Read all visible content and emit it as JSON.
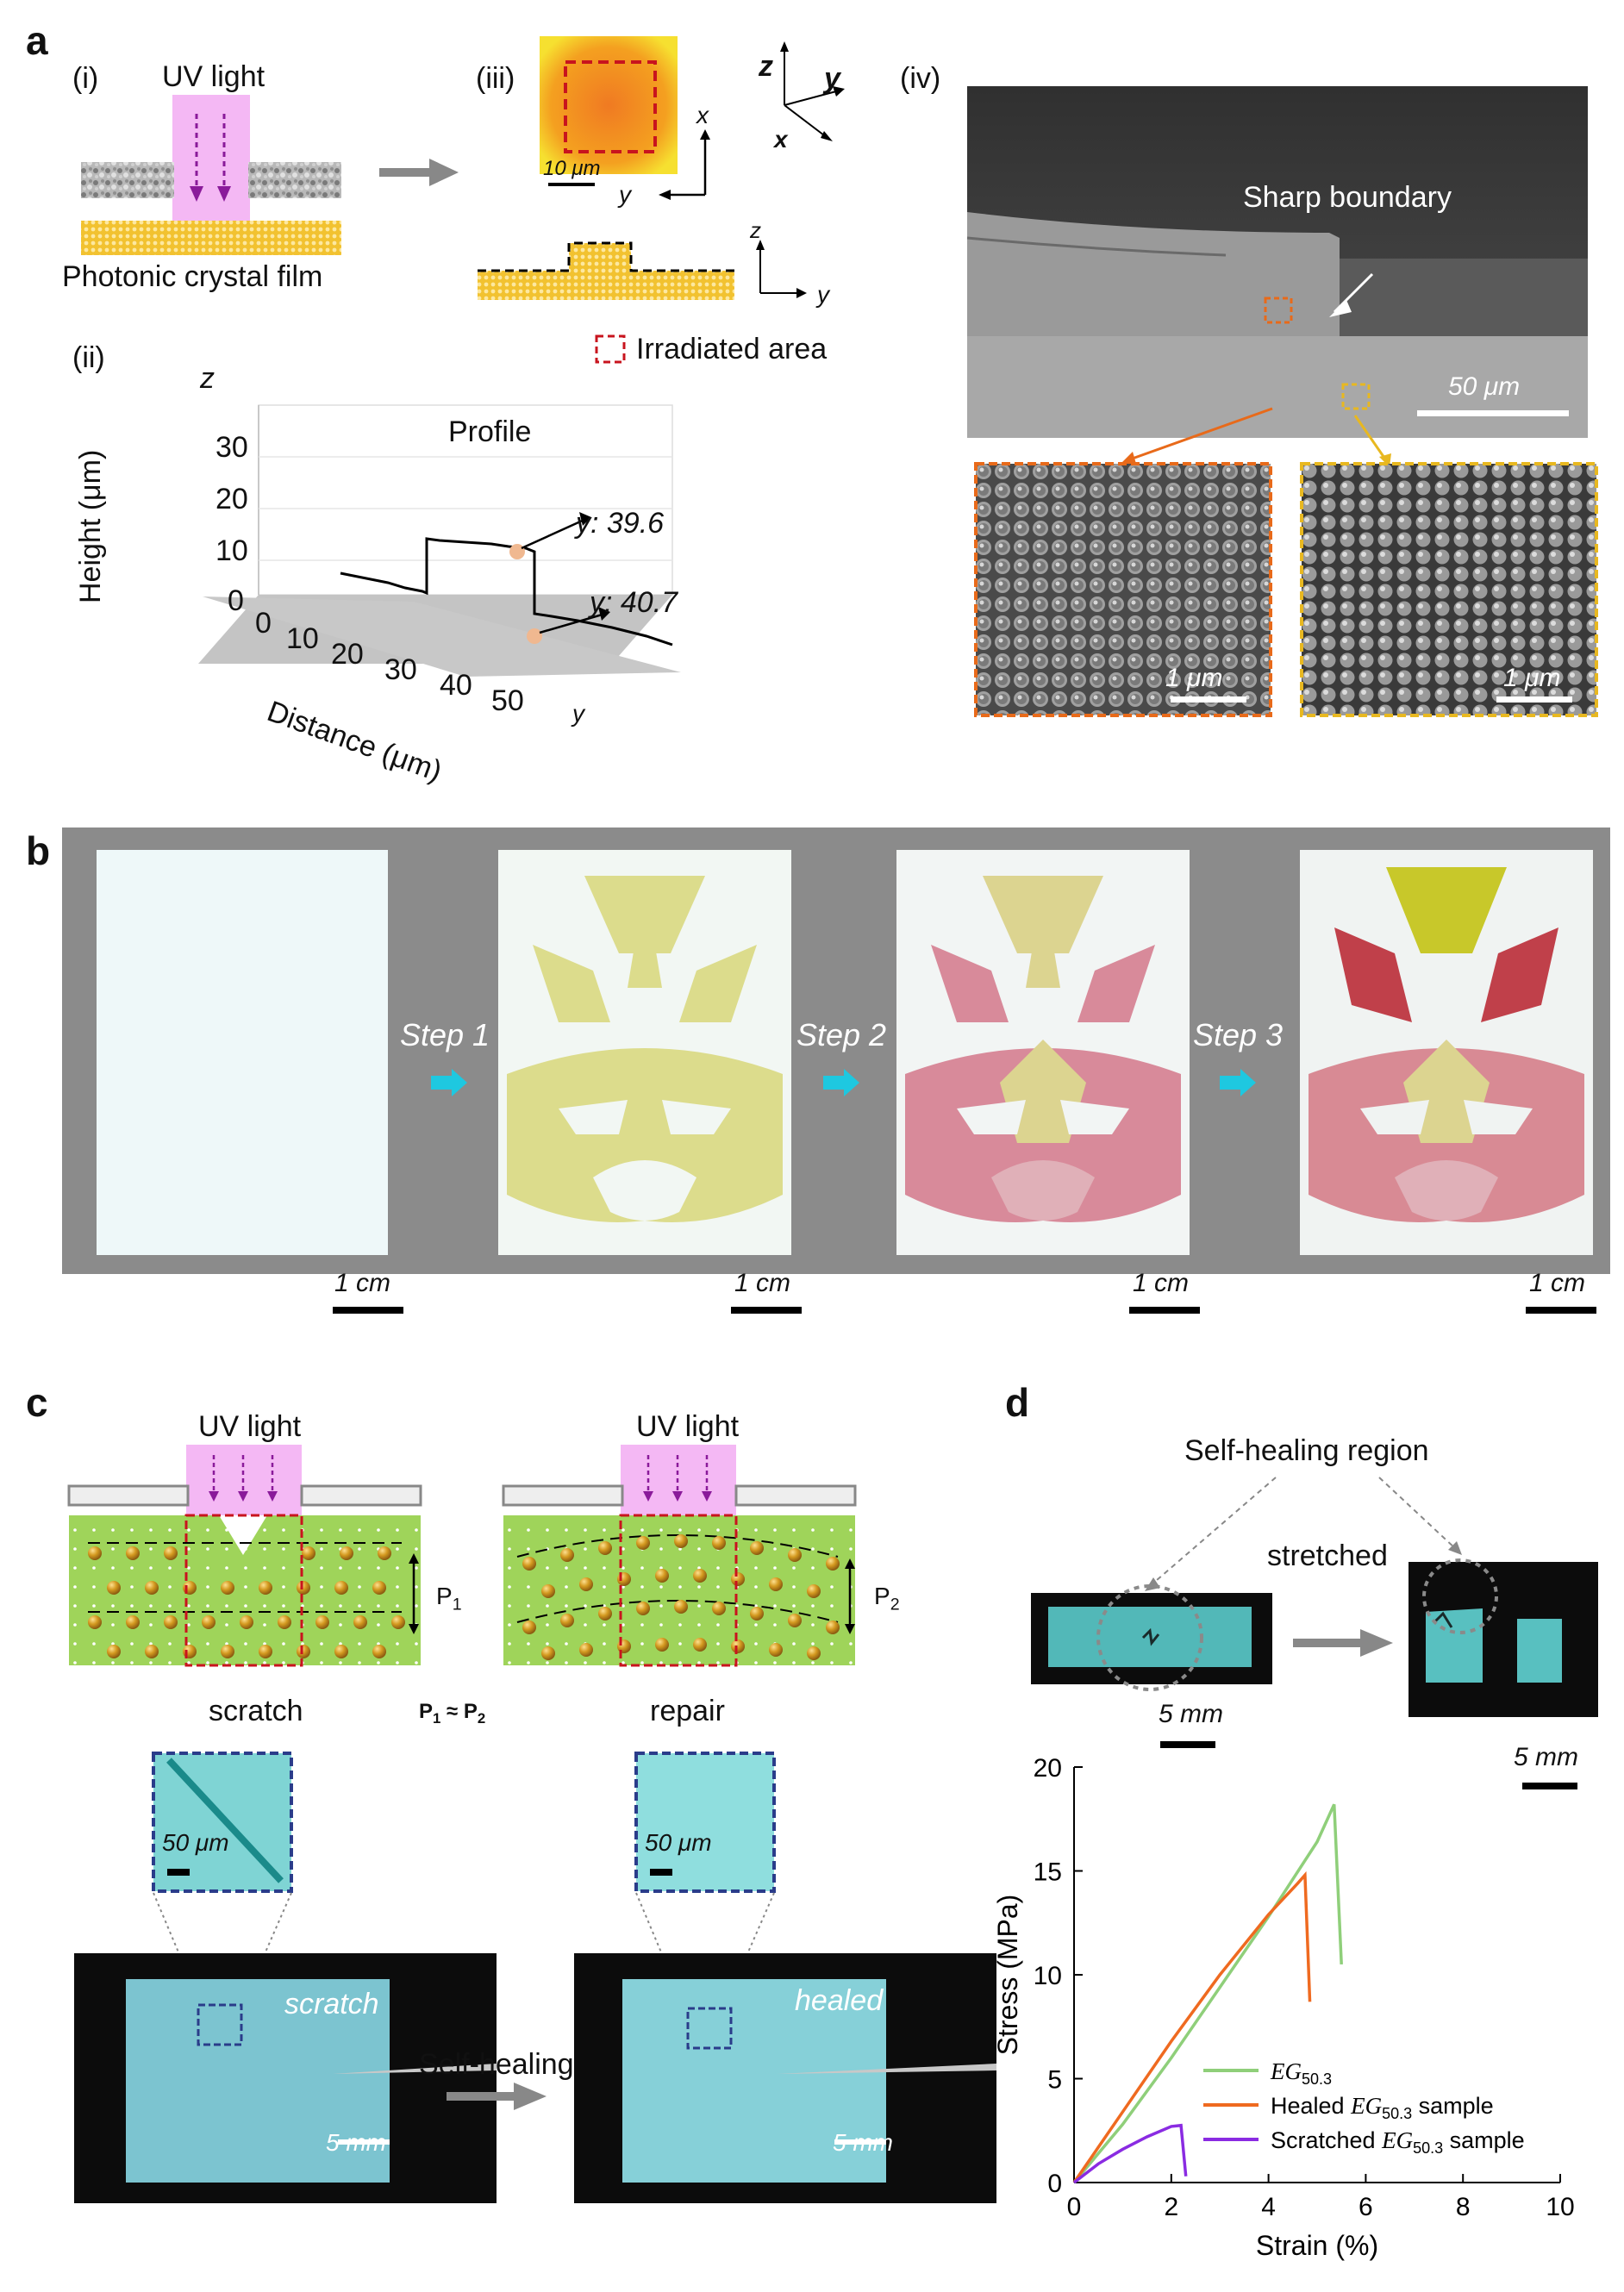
{
  "panel_a": {
    "label": "a",
    "i": {
      "numeral": "(i)",
      "uv_label": "UV light",
      "film_label": "Photonic crystal film"
    },
    "ii": {
      "numeral": "(ii)",
      "z_label": "z",
      "title": "Profile",
      "ylabel": "Height (μm)",
      "xlabel": "Distance (μm)",
      "y_axis_label": "y",
      "z_ticks": [
        "0",
        "10",
        "20",
        "30"
      ],
      "x_ticks": [
        "0",
        "10",
        "20",
        "30",
        "40",
        "50"
      ],
      "marker_upper": "y: 39.6",
      "marker_lower": "y: 40.7"
    },
    "iii": {
      "numeral": "(iii)",
      "scale": "10 μm",
      "axis_x": "x",
      "axis_y": "y",
      "axis_z": "z",
      "axis_y2": "y",
      "legend": "Irradiated area",
      "colors": {
        "irradiated": "#c8141e",
        "film": "#e8b820"
      }
    },
    "iv": {
      "numeral": "(iv)",
      "annotation": "Sharp boundary",
      "scale_main": "50 μm",
      "scale_left": "1 μm",
      "scale_right": "1 μm",
      "colors": {
        "left_box": "#e86a1a",
        "right_box": "#e8b820"
      }
    },
    "coord": {
      "z": "z",
      "y": "y",
      "x": "x"
    }
  },
  "panel_b": {
    "label": "b",
    "steps": [
      "Step 1",
      "Step 2",
      "Step 3"
    ],
    "scales": [
      "1 cm",
      "1 cm",
      "1 cm",
      "1 cm"
    ],
    "colors": {
      "frame": "#8b8b8b",
      "arrow": "#1ec8e0",
      "yellow": "#c8c838",
      "red": "#c0404a"
    }
  },
  "panel_c": {
    "label": "c",
    "uv_left": "UV light",
    "uv_right": "UV light",
    "p1": "P1",
    "p2": "P2",
    "relation": "P1 ≈ P2",
    "scratch": "scratch",
    "repair": "repair",
    "inset_scale_left": "50 μm",
    "inset_scale_right": "50 μm",
    "photo_left_tag": "scratch",
    "photo_right_tag": "healed",
    "photo_scale_left": "5 mm",
    "photo_scale_right": "5 mm",
    "arrow_label": "Self-healing",
    "colors": {
      "green": "#9fd45a",
      "sphere": "#c8901a",
      "uv": "#f0b0f0"
    }
  },
  "panel_d": {
    "label": "d",
    "healing_region": "Self-healing region",
    "stretched": "stretched",
    "scale_left": "5 mm",
    "scale_right": "5 mm",
    "legend_prefix": [
      "",
      "Healed ",
      "Scratched "
    ],
    "legend_base": [
      "EG",
      "EG",
      "EG"
    ],
    "legend_sub": [
      "50.3",
      "50.3",
      "50.3"
    ],
    "legend_suffix": [
      "",
      " sample",
      " sample"
    ],
    "chart_data": {
      "type": "line",
      "xlabel": "Strain (%)",
      "ylabel": "Stress (MPa)",
      "xlim": [
        0,
        10
      ],
      "ylim": [
        0,
        20
      ],
      "x_ticks": [
        0,
        2,
        4,
        6,
        8,
        10
      ],
      "y_ticks": [
        0,
        5,
        10,
        15,
        20
      ],
      "grid": false,
      "legend": "bottom-right",
      "series": [
        {
          "name": "EG50.3",
          "color": "#8fcf7a",
          "points": [
            [
              0,
              0
            ],
            [
              1,
              2.8
            ],
            [
              2,
              6.0
            ],
            [
              3,
              9.4
            ],
            [
              4,
              12.8
            ],
            [
              5,
              16.4
            ],
            [
              5.35,
              18.2
            ],
            [
              5.5,
              10.5
            ]
          ]
        },
        {
          "name": "Healed EG50.3 sample",
          "color": "#ef6a20",
          "points": [
            [
              0,
              0
            ],
            [
              1,
              3.4
            ],
            [
              2,
              6.8
            ],
            [
              3,
              10.0
            ],
            [
              4,
              12.9
            ],
            [
              4.6,
              14.4
            ],
            [
              4.75,
              14.8
            ],
            [
              4.85,
              8.7
            ]
          ]
        },
        {
          "name": "Scratched EG50.3 sample",
          "color": "#8a2be2",
          "points": [
            [
              0,
              0
            ],
            [
              0.5,
              0.9
            ],
            [
              1,
              1.6
            ],
            [
              1.5,
              2.2
            ],
            [
              2,
              2.7
            ],
            [
              2.2,
              2.75
            ],
            [
              2.3,
              0.3
            ]
          ]
        }
      ]
    }
  }
}
